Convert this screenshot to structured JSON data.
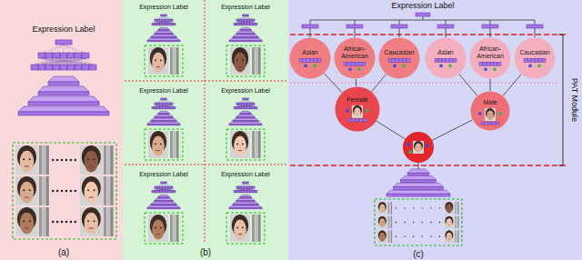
{
  "diagram": {
    "nodes": [
      {
        "text": [
          "Asian"
        ]
      },
      {
        "text": [
          "African-American"
        ]
      },
      {
        "text": [
          "Caucasian"
        ]
      },
      {
        "text": [
          "Asian"
        ]
      },
      {
        "text": [
          "African-American"
        ]
      },
      {
        "text": [
          "Caucasian"
        ]
      },
      {
        "text": [
          "Female"
        ]
      },
      {
        "text": [
          "Male"
        ]
      }
    ],
    "edges": [
      {
        "from": 6,
        "to": 0,
        "arrow": "none"
      },
      {
        "from": 6,
        "to": 1,
        "arrow": "none"
      },
      {
        "from": 6,
        "to": 2,
        "arrow": "none"
      },
      {
        "from": 7,
        "to": 3,
        "arrow": "none"
      },
      {
        "from": 7,
        "to": 4,
        "arrow": "none"
      },
      {
        "from": 7,
        "to": 5,
        "arrow": "none"
      }
    ],
    "labels": [
      "Expression Label",
      "Expression Label",
      "Expression Label",
      "Expression Label",
      "Expression Label",
      "Expression Label",
      "Expression Label",
      "Expression Label",
      "(a)",
      "(b)",
      "(c)",
      "PAT Module"
    ]
  }
}
